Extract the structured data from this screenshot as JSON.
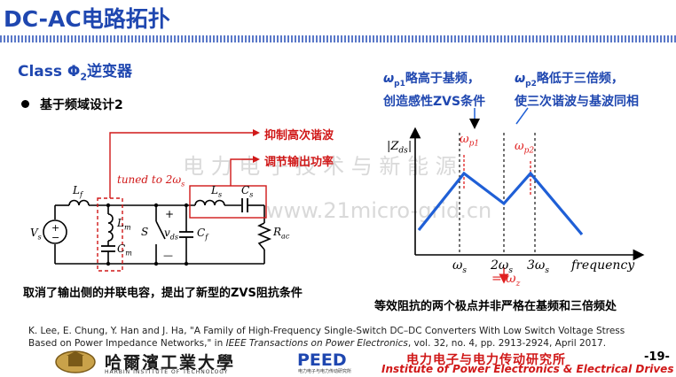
{
  "header": {
    "title": "DC-AC电路拓扑",
    "subtitle_prefix": "Class Φ",
    "subtitle_sub": "2",
    "subtitle_suffix": "逆变器",
    "bullet": "基于频域设计2"
  },
  "circuit": {
    "label_lf": "L",
    "label_lf_sub": "f",
    "label_lm": "L",
    "label_lm_sub": "m",
    "label_cm": "C",
    "label_cm_sub": "m",
    "label_s": "S",
    "label_vds": "v",
    "label_vds_sub": "ds",
    "label_cf": "C",
    "label_cf_sub": "f",
    "label_ls": "L",
    "label_ls_sub": "s",
    "label_cs": "C",
    "label_cs_sub": "s",
    "label_rac": "R",
    "label_rac_sub": "ac",
    "label_vs": "V",
    "label_vs_sub": "s",
    "plus": "+",
    "minus": "—",
    "tuned_prefix": "tuned to 2ω",
    "tuned_sub": "s",
    "callout_1": "抑制高次谐波",
    "callout_2": "调节输出功率",
    "caption": "取消了输出侧的并联电容，提出了新型的ZVS阻抗条件"
  },
  "impedance_plot": {
    "note_left_line1_prefix": "ω",
    "note_left_line1_sub": "p1",
    "note_left_line1_suffix": "略高于基频，",
    "note_left_line2": "创造感性ZVS条件",
    "note_right_line1_prefix": "ω",
    "note_right_line1_sub": "p2",
    "note_right_line1_suffix": "略低于三倍频，",
    "note_right_line2": "使三次谐波与基波同相",
    "ylabel_prefix": "|Z",
    "ylabel_sub": "ds",
    "ylabel_suffix": "|",
    "wp1_prefix": "ω",
    "wp1_sub": "p1",
    "wp2_prefix": "ω",
    "wp2_sub": "p2",
    "tick_1_prefix": "ω",
    "tick_1_sub": "s",
    "tick_2_prefix": "2ω",
    "tick_2_sub": "s",
    "tick_3_prefix": "3ω",
    "tick_3_sub": "s",
    "xlabel": "frequency",
    "wz_prefix": "= ω",
    "wz_sub": "z",
    "caption": "等效阻抗的两个极点并非严格在基频和三倍频处",
    "colors": {
      "curve": "#1f5fd6",
      "pole_marker": "#e02020",
      "axis": "#000000"
    }
  },
  "watermark": {
    "line1": "电 力 电 子 技 术 与 新 能 源",
    "line2": "www.21micro-grid.cn"
  },
  "reference": {
    "prefix": "K. Lee, E. Chung, Y. Han and J. Ha, \"A Family of High-Frequency Single-Switch DC–DC Converters With Low Switch Voltage Stress Based on Power Impedance Networks,\" in ",
    "journal": "IEEE Transactions on Power Electronics",
    "suffix": ", vol. 32, no. 4, pp. 2913-2924, April 2017."
  },
  "footer": {
    "university": "哈爾濱工業大學",
    "university_en": "HARBIN INSTITUTE OF TECHNOLOGY",
    "peed": "PEED",
    "peed_sub": "电力电子与电力传动研究所",
    "institute_cn": "电力电子与电力传动研究所",
    "institute_en": "Institute of Power Electronics & Electrical Drives",
    "page": "-19-"
  }
}
